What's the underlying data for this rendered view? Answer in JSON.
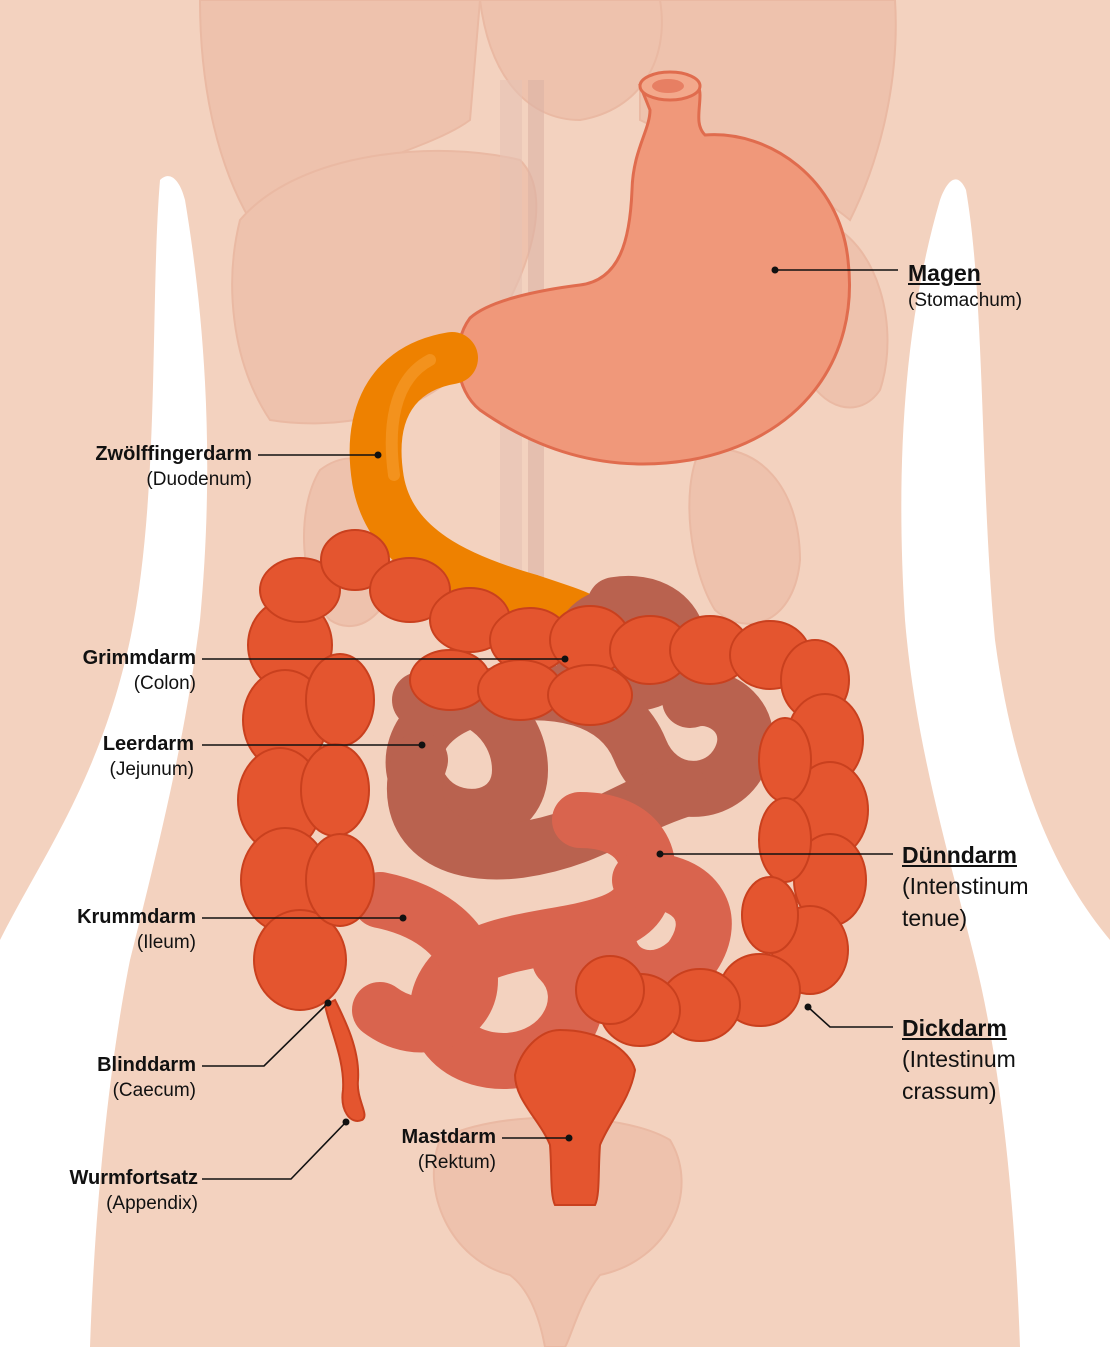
{
  "labels": {
    "magen": {
      "title": "Magen",
      "sub": "(Stomachum)"
    },
    "zwoelf": {
      "title": "Zwölffingerdarm",
      "sub": "(Duodenum)"
    },
    "grimm": {
      "title": "Grimmdarm",
      "sub": "(Colon)"
    },
    "leer": {
      "title": "Leerdarm",
      "sub": "(Jejunum)"
    },
    "duenn": {
      "title": "Dünndarm",
      "sub1": "(Intenstinum",
      "sub2": "tenue)"
    },
    "krumm": {
      "title": "Krummdarm",
      "sub": "(Ileum)"
    },
    "dick": {
      "title": "Dickdarm",
      "sub1": "(Intestinum",
      "sub2": "crassum)"
    },
    "blind": {
      "title": "Blinddarm",
      "sub": "(Caecum)"
    },
    "mast": {
      "title": "Mastdarm",
      "sub": "(Rektum)"
    },
    "wurm": {
      "title": "Wurmfortsatz",
      "sub": "(Appendix)"
    }
  },
  "colors": {
    "skin": "#f3d2bf",
    "ghost_organs": "#eebfa8",
    "stomach": "#f0987a",
    "duodenum": "#ee8100",
    "colon": "#e4552f",
    "jejunum": "#b9624f",
    "ileum": "#d9644e",
    "leader": "#111111"
  }
}
